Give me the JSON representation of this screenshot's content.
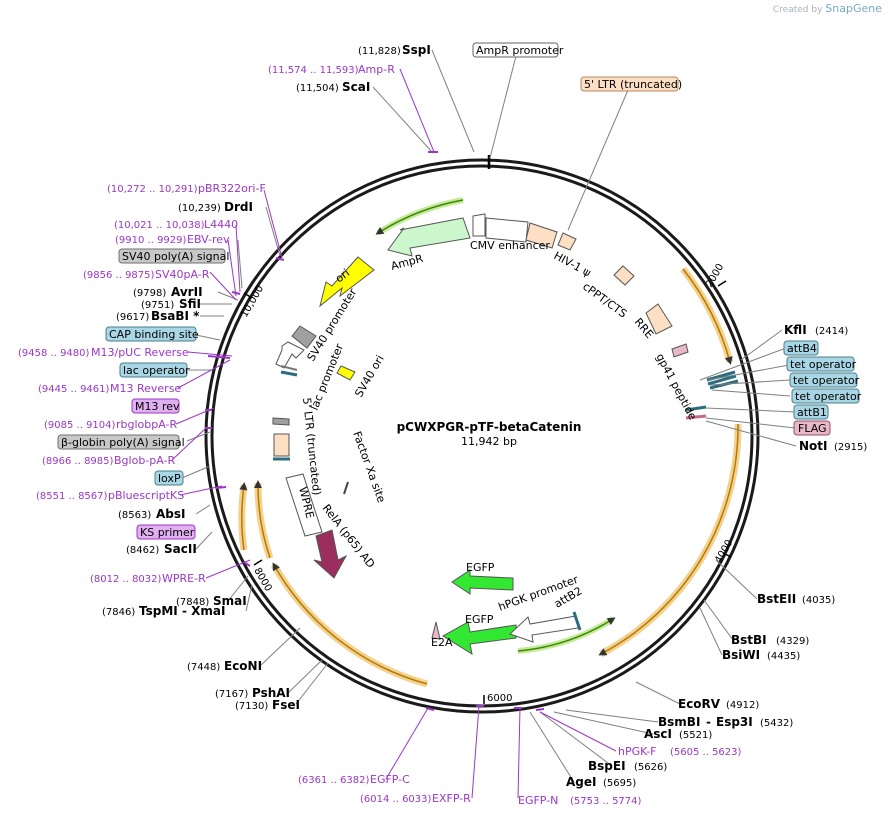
{
  "watermark": {
    "prefix": "Created by",
    "brand": "SnapGene"
  },
  "plasmid": {
    "name": "pCWXPGR-pTF-betaCatenin",
    "size_label": "11,942 bp",
    "length": 11942
  },
  "ticks": [
    "2000",
    "4000",
    "6000",
    "8000",
    "10,000"
  ],
  "boxed_labels": [
    {
      "id": "ampr-promoter",
      "text": "AmpR promoter",
      "fill": "#ffffff",
      "stroke": "#666666"
    },
    {
      "id": "ltr5-top",
      "text": "5' LTR (truncated)",
      "fill": "#fde0c4",
      "stroke": "#b08860"
    },
    {
      "id": "attb4",
      "text": "attB4",
      "fill": "#a9d6e5",
      "stroke": "#4a7d8c"
    },
    {
      "id": "tetop1",
      "text": "tet operator",
      "fill": "#a9d6e5",
      "stroke": "#4a7d8c"
    },
    {
      "id": "tetop2",
      "text": "tet operator",
      "fill": "#a9d6e5",
      "stroke": "#4a7d8c"
    },
    {
      "id": "tetop3",
      "text": "tet operator",
      "fill": "#a9d6e5",
      "stroke": "#4a7d8c"
    },
    {
      "id": "attb1",
      "text": "attB1",
      "fill": "#a9d6e5",
      "stroke": "#4a7d8c"
    },
    {
      "id": "flag",
      "text": "FLAG",
      "fill": "#e8b7c8",
      "stroke": "#8c5466"
    },
    {
      "id": "sv40pa",
      "text": "SV40 poly(A) signal",
      "fill": "#c8c8c8",
      "stroke": "#707070"
    },
    {
      "id": "cap",
      "text": "CAP binding site",
      "fill": "#a9d6e5",
      "stroke": "#4a7d8c"
    },
    {
      "id": "lacop",
      "text": "lac operator",
      "fill": "#a9d6e5",
      "stroke": "#4a7d8c"
    },
    {
      "id": "m13rev",
      "text": "M13 rev",
      "fill": "#e0b0f0",
      "stroke": "#9b37c6"
    },
    {
      "id": "bglob",
      "text": "β-globin poly(A) signal",
      "fill": "#c8c8c8",
      "stroke": "#707070"
    },
    {
      "id": "loxp",
      "text": "loxP",
      "fill": "#a9d6e5",
      "stroke": "#4a7d8c"
    },
    {
      "id": "ks",
      "text": "KS primer",
      "fill": "#e0b0f0",
      "stroke": "#9b37c6"
    }
  ],
  "sites": [
    {
      "id": "sspi",
      "pos": "(11,828)",
      "name": "SspI"
    },
    {
      "id": "scai",
      "pos": "(11,504)",
      "name": "ScaI"
    },
    {
      "id": "drdi",
      "pos": "(10,239)",
      "name": "DrdI"
    },
    {
      "id": "avrii",
      "pos": "(9798)",
      "name": "AvrII"
    },
    {
      "id": "sfii",
      "pos": "(9751)",
      "name": "SfiI"
    },
    {
      "id": "bsabi",
      "pos": "(9617)",
      "name": "BsaBI *"
    },
    {
      "id": "absi",
      "pos": "(8563)",
      "name": "AbsI"
    },
    {
      "id": "sacii",
      "pos": "(8462)",
      "name": "SacII"
    },
    {
      "id": "smai",
      "pos": "(7848)",
      "name": "SmaI"
    },
    {
      "id": "tspmi",
      "pos": "(7846)",
      "name": "TspMI"
    },
    {
      "id": "econi",
      "pos": "(7448)",
      "name": "EcoNI"
    },
    {
      "id": "pshai",
      "pos": "(7167)",
      "name": "PshAI"
    },
    {
      "id": "fsei",
      "pos": "(7130)",
      "name": "FseI"
    },
    {
      "id": "kfli",
      "pos": "(2414)",
      "name": "KflI"
    },
    {
      "id": "noti",
      "pos": "(2915)",
      "name": "NotI"
    },
    {
      "id": "bsteii",
      "pos": "(4035)",
      "name": "BstEII"
    },
    {
      "id": "bstbi",
      "pos": "(4329)",
      "name": "BstBI"
    },
    {
      "id": "bsiwi",
      "pos": "(4435)",
      "name": "BsiWI"
    },
    {
      "id": "ecorv",
      "pos": "(4912)",
      "name": "EcoRV"
    },
    {
      "id": "esp3i",
      "pos": "(5432)",
      "name": "Esp3I"
    },
    {
      "id": "asci",
      "pos": "(5521)",
      "name": "AscI"
    },
    {
      "id": "bspei",
      "pos": "(5626)",
      "name": "BspEI"
    },
    {
      "id": "agei",
      "pos": "(5695)",
      "name": "AgeI"
    }
  ],
  "extra_names": {
    "xmai": "- XmaI",
    "bsmbi": "BsmBI",
    "esp3i_dash": "-"
  },
  "primers": [
    {
      "id": "ampr",
      "pos": "(11,574 .. 11,593)",
      "name": "Amp-R"
    },
    {
      "id": "pbr",
      "pos": "(10,272 .. 10,291)",
      "name": "pBR322ori-F"
    },
    {
      "id": "l4440",
      "pos": "(10,021 .. 10,038)",
      "name": "L4440"
    },
    {
      "id": "ebv",
      "pos": "(9910 .. 9929)",
      "name": "EBV-rev"
    },
    {
      "id": "sv40par",
      "pos": "(9856 .. 9875)",
      "name": "SV40pA-R"
    },
    {
      "id": "m13puc",
      "pos": "(9458 .. 9480)",
      "name": "M13/pUC Reverse"
    },
    {
      "id": "m13r",
      "pos": "(9445 .. 9461)",
      "name": "M13 Reverse"
    },
    {
      "id": "rbglob",
      "pos": "(9085 .. 9104)",
      "name": "rbglobpA-R"
    },
    {
      "id": "bglobpa",
      "pos": "(8966 .. 8985)",
      "name": "Bglob-pA-R"
    },
    {
      "id": "pbks",
      "pos": "(8551 .. 8567)",
      "name": "pBluescriptKS"
    },
    {
      "id": "wprer",
      "pos": "(8012 .. 8032)",
      "name": "WPRE-R"
    },
    {
      "id": "egfpc",
      "pos": "(6361 .. 6382)",
      "name": "EGFP-C"
    },
    {
      "id": "exfpr",
      "pos": "(6014 .. 6033)",
      "name": "EXFP-R"
    },
    {
      "id": "egfpn",
      "pos": "(5753 .. 5774)",
      "name": "EGFP-N"
    },
    {
      "id": "hpgkf",
      "pos": "(5605 .. 5623)",
      "name": "hPGK-F"
    }
  ],
  "features": {
    "cmv": "CMV enhancer",
    "hiv": "HIV-1 ψ",
    "cppt": "cPPT/CTS",
    "rre": "RRE",
    "gp41": "gp41 peptide",
    "ampr": "AmpR",
    "ori": "ori",
    "sv40prom": "SV40 promoter",
    "lacprom": "lac promoter",
    "sv40ori": "SV40 ori",
    "ltr3": "5' LTR (truncated)",
    "factorxa": "Factor Xa site",
    "wpre": "WPRE",
    "rela": "RelA (p65) AD",
    "egfp1": "EGFP",
    "egfp2": "EGFP",
    "hpgk": "hPGK promoter",
    "attb2": "attB2",
    "e2a": "E2A"
  }
}
